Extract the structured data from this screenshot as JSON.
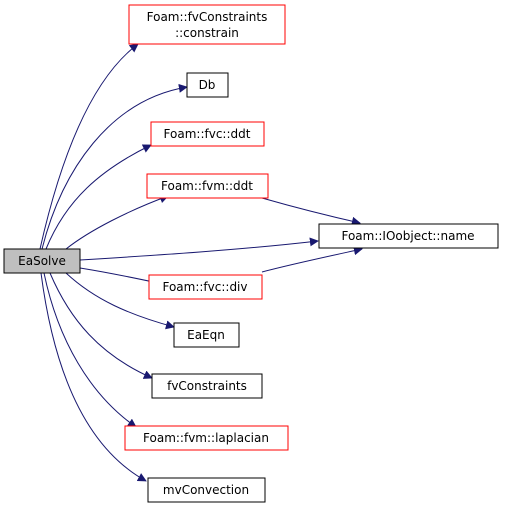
{
  "colors": {
    "edge": "#191970",
    "node_border_default": "#000000",
    "node_border_truncated": "#ff0000",
    "root_fill": "#bfbfbf",
    "node_fill": "#ffffff"
  },
  "nodes": {
    "root": {
      "label": "EaSolve"
    },
    "constrain": {
      "line1": "Foam::fvConstraints",
      "line2": "::constrain"
    },
    "db": {
      "label": "Db"
    },
    "fvc_ddt": {
      "label": "Foam::fvc::ddt"
    },
    "fvm_ddt": {
      "label": "Foam::fvm::ddt"
    },
    "ioobject_name": {
      "label": "Foam::IOobject::name"
    },
    "fvc_div": {
      "label": "Foam::fvc::div"
    },
    "eaeqn": {
      "label": "EaEqn"
    },
    "fvconstraints": {
      "label": "fvConstraints"
    },
    "fvm_laplacian": {
      "label": "Foam::fvm::laplacian"
    },
    "mvconvection": {
      "label": "mvConvection"
    }
  }
}
